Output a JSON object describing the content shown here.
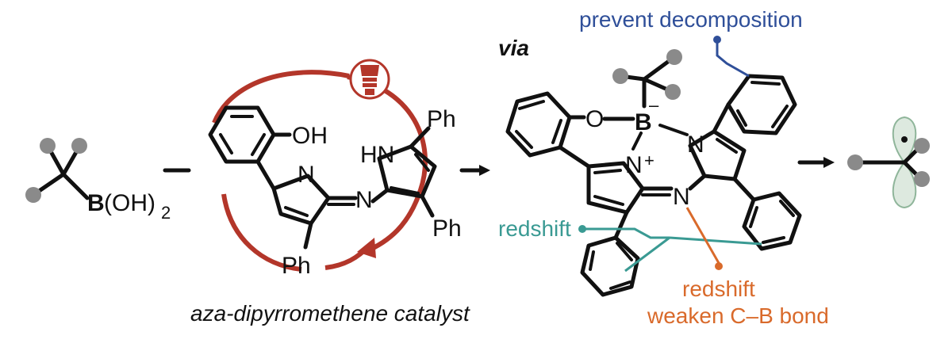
{
  "colors": {
    "boron": "#3aa047",
    "cycle_arrow": "#b3362a",
    "blue_label": "#2f4f99",
    "teal_label": "#3a9a93",
    "orange_label": "#d96a2b",
    "gray_dot": "#8a8a8a",
    "orbital_fill": "#dde9df"
  },
  "reagent": {
    "boron_symbol": "B",
    "oh_group": "(OH)",
    "subscript": "2"
  },
  "catalyst": {
    "oh_label": "OH",
    "n_label": "N",
    "hn_label": "HN",
    "ph_top": "Ph",
    "ph_bottom_right": "Ph",
    "ph_bottom": "Ph",
    "caption": "aza-dipyrromethene catalyst",
    "icon": "light-bulb-icon"
  },
  "intermediate": {
    "via_label": "via",
    "o_label": "O",
    "b_label": "B",
    "b_charge": "–",
    "n_left": "N",
    "n_charge": "+",
    "n_right": "N",
    "n_bridge": "N"
  },
  "annotations": {
    "prevent_decomposition": "prevent decomposition",
    "redshift_left": "redshift",
    "redshift_bottom": "redshift",
    "weaken_bond": "weaken C–B bond"
  }
}
